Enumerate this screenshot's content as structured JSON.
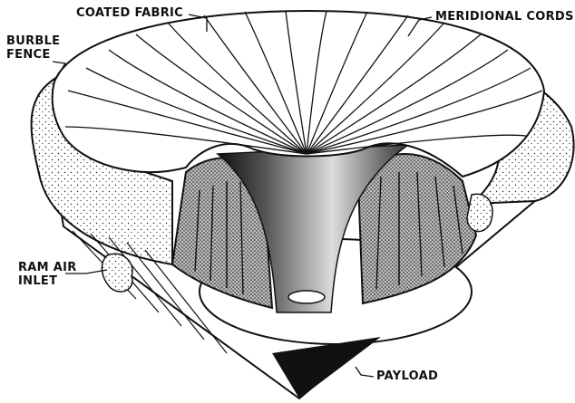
{
  "labels": {
    "coated_fabric": "COATED FABRIC",
    "meridional_cords": "MERIDIONAL CORDS",
    "burble_fence_line1": "BURBLE",
    "burble_fence_line2": "FENCE",
    "ram_air_inlet_line1": "RAM AIR",
    "ram_air_inlet_line2": "INLET",
    "payload": "PAYLOAD"
  },
  "colors": {
    "ink": "#111111",
    "paper": "#ffffff"
  }
}
